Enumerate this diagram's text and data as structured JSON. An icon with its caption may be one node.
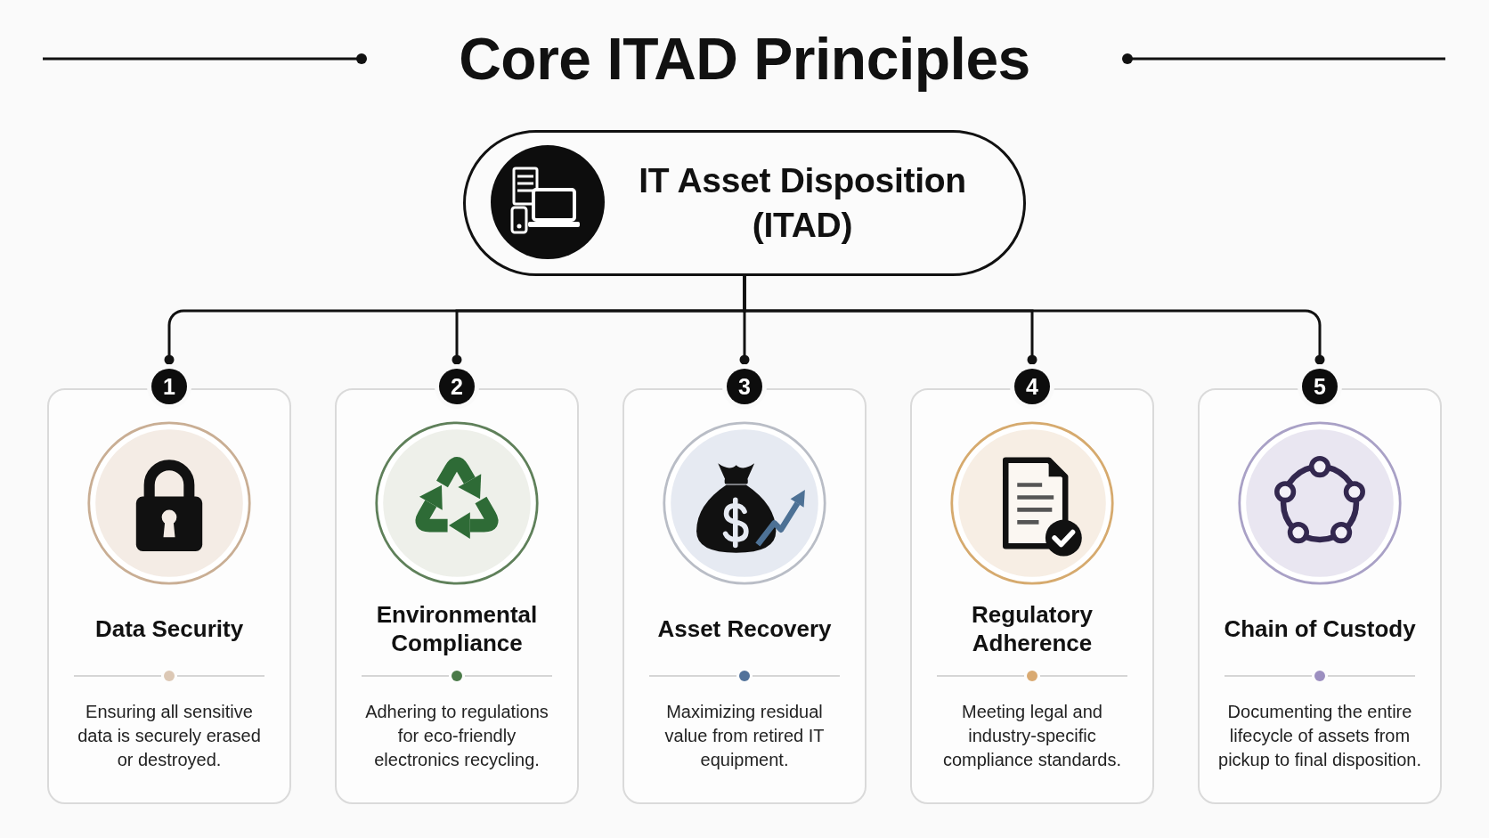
{
  "diagram": {
    "title": "Core ITAD Principles",
    "nodes": [
      {
        "text": [
          "IT Asset Disposition (ITAD)"
        ]
      },
      {
        "text": [
          "1"
        ]
      },
      {
        "text": [
          "2"
        ]
      },
      {
        "text": [
          "3"
        ]
      },
      {
        "text": [
          "4"
        ]
      },
      {
        "text": [
          "5"
        ]
      },
      {
        "text": [
          "Data Security",
          "Ensuring all sensitive data is securely erased or destroyed."
        ]
      },
      {
        "text": [
          "Environmental Compliance",
          "Adhering to regulations for eco-friendly electronics recycling."
        ]
      },
      {
        "text": [
          "Asset Recovery",
          "Maximizing residual value from retired IT equipment."
        ]
      },
      {
        "text": [
          "Regulatory Adherence",
          "Meeting legal and industry-specific compliance standards."
        ]
      },
      {
        "text": [
          "Chain of Custody",
          "Documenting the entire lifecycle of assets from pickup to final disposition."
        ]
      }
    ],
    "edges": [
      {
        "from": 0,
        "to": 1,
        "arrow": "other"
      },
      {
        "from": 0,
        "to": 2,
        "arrow": "other"
      },
      {
        "from": 0,
        "to": 3,
        "arrow": "other"
      },
      {
        "from": 0,
        "to": 4,
        "arrow": "other"
      },
      {
        "from": 0,
        "to": 5,
        "arrow": "other"
      }
    ]
  }
}
